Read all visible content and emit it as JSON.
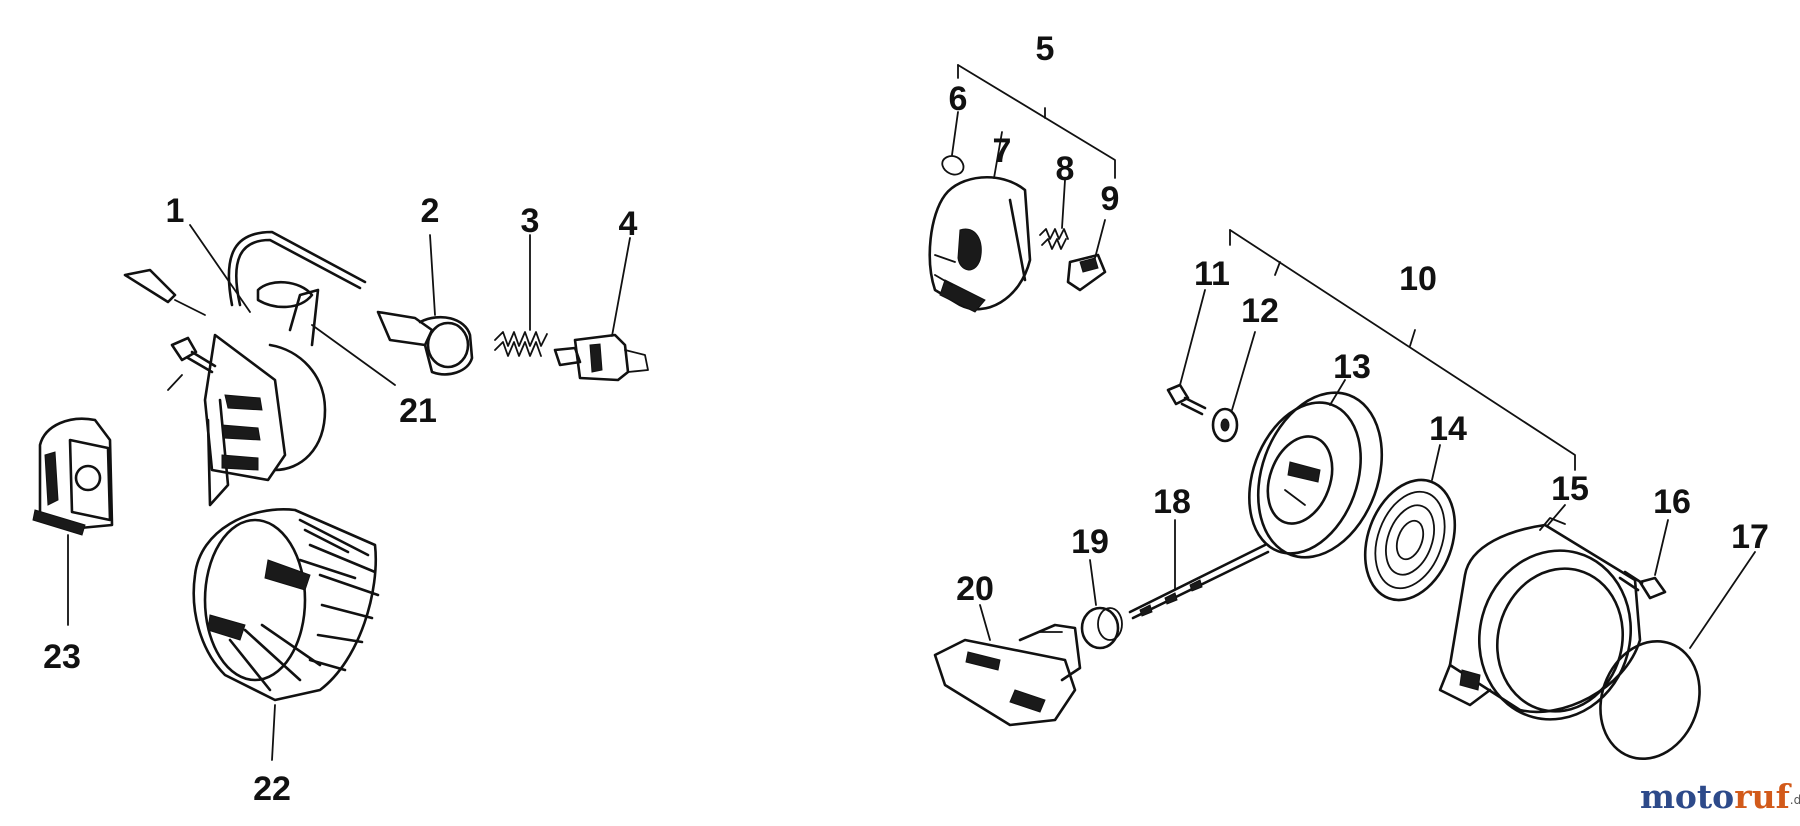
{
  "diagram": {
    "labels": [
      "1",
      "2",
      "3",
      "4",
      "5",
      "6",
      "7",
      "8",
      "9",
      "10",
      "11",
      "12",
      "13",
      "14",
      "15",
      "16",
      "17",
      "18",
      "19",
      "20",
      "21",
      "22",
      "23"
    ]
  },
  "watermark": {
    "part1": "moto",
    "part2": "ruf",
    "suffix": ".de",
    "text": "motoruf.de",
    "color_primary": "#2d4a8a",
    "color_accent": "#d25a1a"
  }
}
